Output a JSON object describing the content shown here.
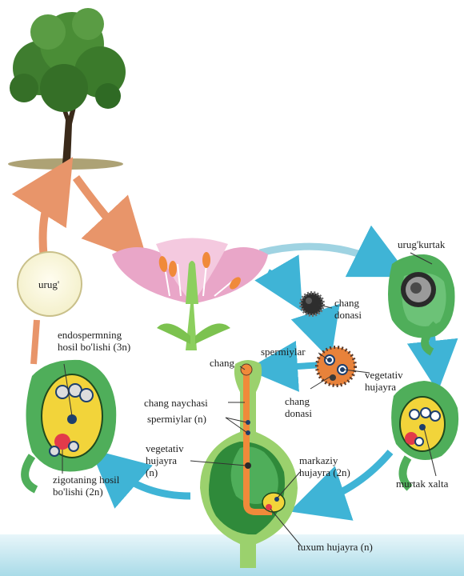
{
  "labels": {
    "seed": "urug'",
    "ovule": "urug'kurtak",
    "pollen_grain": "chang\ndonasi",
    "sperm_cells_top": "spermiylar",
    "vegetative_cell_top": "vegetativ\nhujayra",
    "pollen_grain_2": "chang\ndonasi",
    "pollen": "chang",
    "pollen_tube": "chang naychasi",
    "sperm_cells_n": "spermiylar (n)",
    "vegetative_cell_n": "vegetativ\nhujayra\n(n)",
    "central_cell": "markaziy\nhujayra (2n)",
    "egg_cell": "tuxum hujayra (n)",
    "embryo_sac": "murtak xalta",
    "endosperm_formation": "endospermning\nhosil bo'lishi (3n)",
    "zygote_formation": "zigotaning hosil\nbo'lishi (2n)"
  },
  "colors": {
    "cycle_arrow_orange": "#e8956a",
    "cycle_arrow_blue": "#3fb4d6",
    "ovule_green": "#4fae5a",
    "flower_pink": "#e9a6c8",
    "embryo_sac_yellow": "#f2d43a",
    "water": "#bfe6ef"
  },
  "icons": [
    "tree-icon",
    "flower-icon",
    "pollen-grain-icon",
    "ovule-icon",
    "pistil-icon",
    "seed-icon"
  ]
}
